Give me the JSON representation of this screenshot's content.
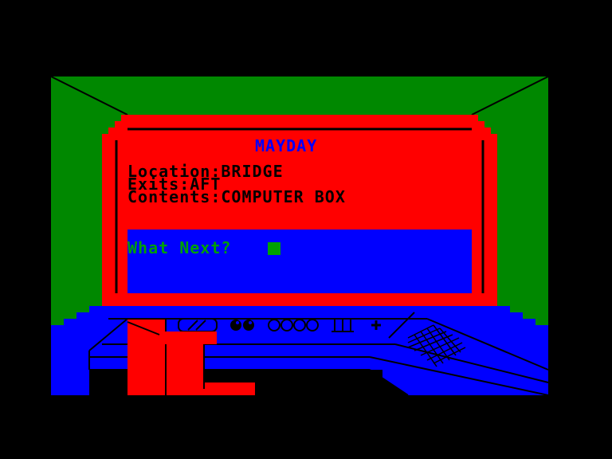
{
  "game": {
    "title": "MAYDAY",
    "location": "Location:BRIDGE",
    "exits": "Exits:AFT",
    "contents": "Contents:COMPUTER BOX",
    "prompt": "What Next?"
  },
  "colors": {
    "background": "#000000",
    "walls": "#008800",
    "floor": "#0000ff",
    "screen": "#ff0000",
    "title": "#0000ff",
    "prompt": "#00a000"
  },
  "icons": [
    "dual-eye-icon",
    "circled-numbers-icon",
    "roman-three-icon",
    "plus-icon",
    "keypad-grid-icon",
    "screen-slot-icon"
  ]
}
